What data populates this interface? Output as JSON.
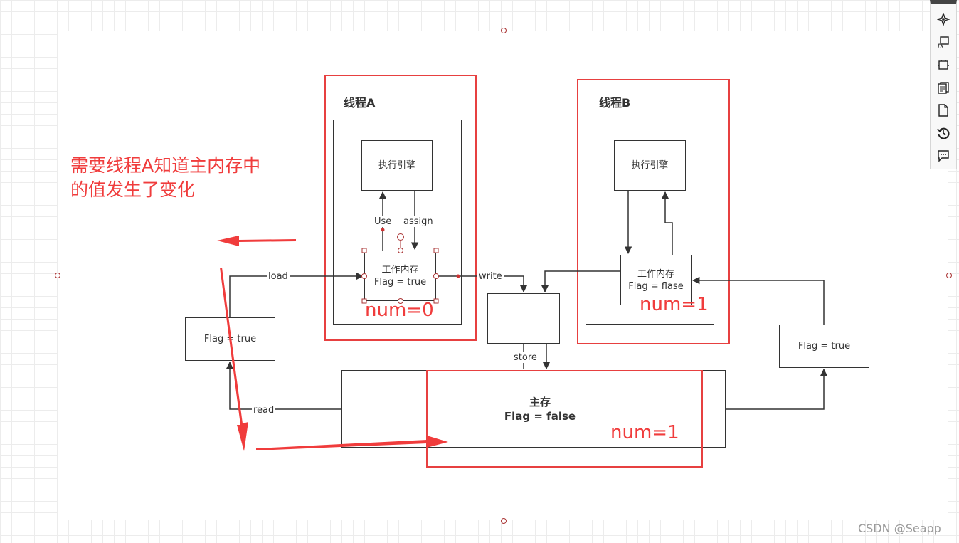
{
  "diagram": {
    "thread_a": {
      "title": "线程A",
      "engine": "执行引擎",
      "working_memory_line1": "工作内存",
      "working_memory_line2": "Flag = true",
      "num": "num=0"
    },
    "thread_b": {
      "title": "线程B",
      "engine": "执行引擎",
      "working_memory_line1": "工作内存",
      "working_memory_line2": "Flag = flase",
      "num": "num=1"
    },
    "main_memory": {
      "title": "主存",
      "flag": "Flag = false",
      "num": "num=1"
    },
    "left_flag": "Flag = true",
    "right_flag": "Flag = true",
    "edges": {
      "use": "Use",
      "assign": "assign",
      "load": "load",
      "write": "write",
      "store": "store",
      "read": "read"
    },
    "annotation": {
      "line1": "需要线程A知道主内存中",
      "line2": "的值发生了变化"
    }
  },
  "toolbar": [
    {
      "icon": "navigate-icon"
    },
    {
      "icon": "format-icon"
    },
    {
      "icon": "crop-icon"
    },
    {
      "icon": "pages-icon"
    },
    {
      "icon": "page-icon"
    },
    {
      "icon": "history-icon"
    },
    {
      "icon": "comment-icon"
    }
  ],
  "watermark": "CSDN @Seapp",
  "colors": {
    "annotation_red": "#f03c3c",
    "line": "#333333"
  }
}
